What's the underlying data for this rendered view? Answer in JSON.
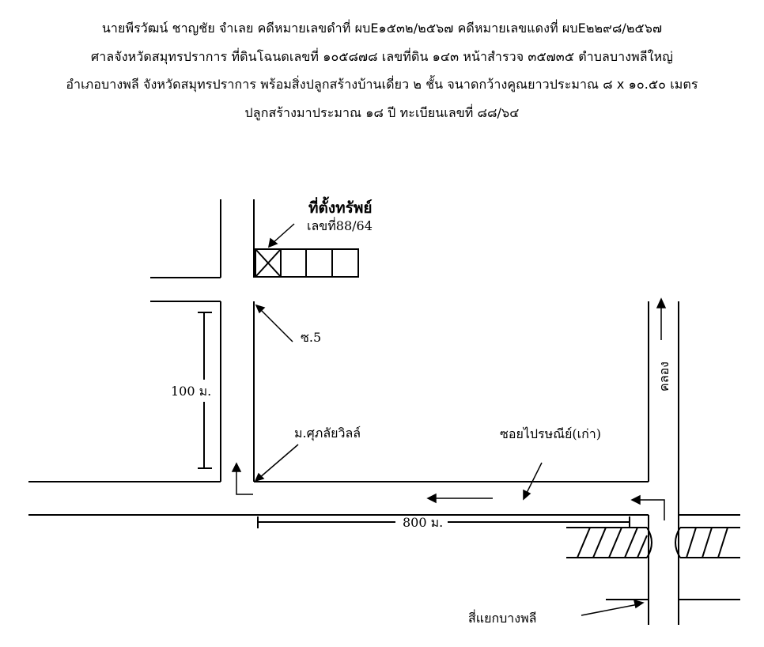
{
  "header": {
    "line1": "นายพีรวัฒน์ ชาญชัย จำเลย คดีหมายเลขดำที่ ผบE๑๕๓๒/๒๕๖๗ คดีหมายเลขแดงที่ ผบE๒๒๙๘/๒๕๖๗",
    "line2": "ศาลจังหวัดสมุทรปราการ ที่ดินโฉนดเลขที่ ๑๐๕๘๗๘ เลขที่ดิน ๑๔๓ หน้าสำรวจ ๓๕๗๓๕ ตำบลบางพลีใหญ่",
    "line3": "อำเภอบางพลี จังหวัดสมุทรปราการ พร้อมสิ่งปลูกสร้างบ้านเดี่ยว ๒ ชั้น จนาดกว้างคูณยาวประมาณ ๘ x ๑๐.๕๐ เมตร",
    "line4": "ปลูกสร้างมาประมาณ ๑๘ ปี ทะเบียนเลขที่ ๘๘/๖๔"
  },
  "map": {
    "property_title": "ที่ตั้งทรัพย์",
    "property_number": "เลขที่88/64",
    "soi_label": "ซ.5",
    "distance_100": "100 ม.",
    "village_label": "ม.ศุภลัยวิลล์",
    "road_label": "ซอยไปรษณีย์(เก่า)",
    "canal_label": "คลอง",
    "distance_800": "800 ม.",
    "junction_label": "สี่แยกบางพลี"
  }
}
